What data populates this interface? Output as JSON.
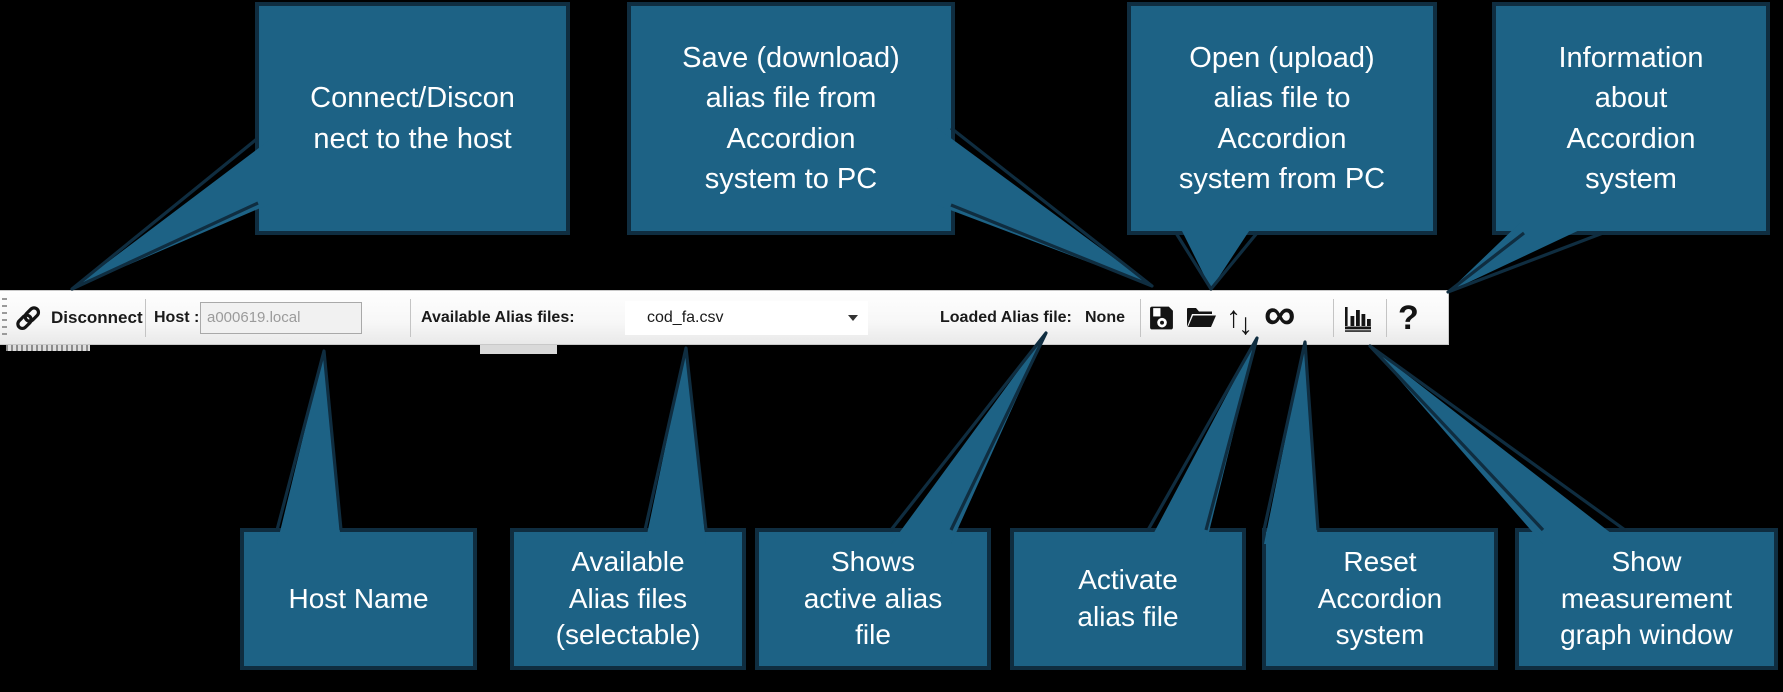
{
  "background_color": "#000000",
  "callout_style": {
    "fill": "#1D6285",
    "border": "#0F2D40",
    "text_color": "#FFFFFF"
  },
  "toolbar": {
    "disconnect": "Disconnect",
    "host_label": "Host :",
    "host_value": "a000619.local",
    "available_alias_label": "Available Alias files:",
    "available_alias_value": "cod_fa.csv",
    "loaded_alias_label": "Loaded Alias file:",
    "loaded_alias_value": "None",
    "up_arrow_glyph": "↑",
    "down_arrow_glyph": "↓",
    "infinity_glyph": "∞",
    "help_glyph": "?",
    "icons": [
      "chain-link",
      "save-floppy",
      "open-folder",
      "up-down-arrows",
      "infinity-reset",
      "bar-chart",
      "question-mark"
    ]
  },
  "callouts": {
    "connect": {
      "lines": [
        "Connect/Discon",
        "nect to the host"
      ]
    },
    "save": {
      "lines": [
        "Save (download)",
        "alias file from",
        "Accordion",
        "system to PC"
      ]
    },
    "open": {
      "lines": [
        "Open (upload)",
        "alias file to",
        "Accordion",
        "system from PC"
      ]
    },
    "info": {
      "lines": [
        "Information",
        "about",
        "Accordion",
        "system"
      ]
    },
    "host_name": {
      "lines": [
        "Host Name"
      ]
    },
    "available": {
      "lines": [
        "Available",
        "Alias files",
        "(selectable)"
      ]
    },
    "shows_active": {
      "lines": [
        "Shows",
        "active alias",
        "file"
      ]
    },
    "activate": {
      "lines": [
        "Activate",
        "alias file"
      ]
    },
    "reset": {
      "lines": [
        "Reset",
        "Accordion",
        "system"
      ]
    },
    "show_graph": {
      "lines": [
        "Show",
        "measurement",
        "graph window"
      ]
    }
  }
}
